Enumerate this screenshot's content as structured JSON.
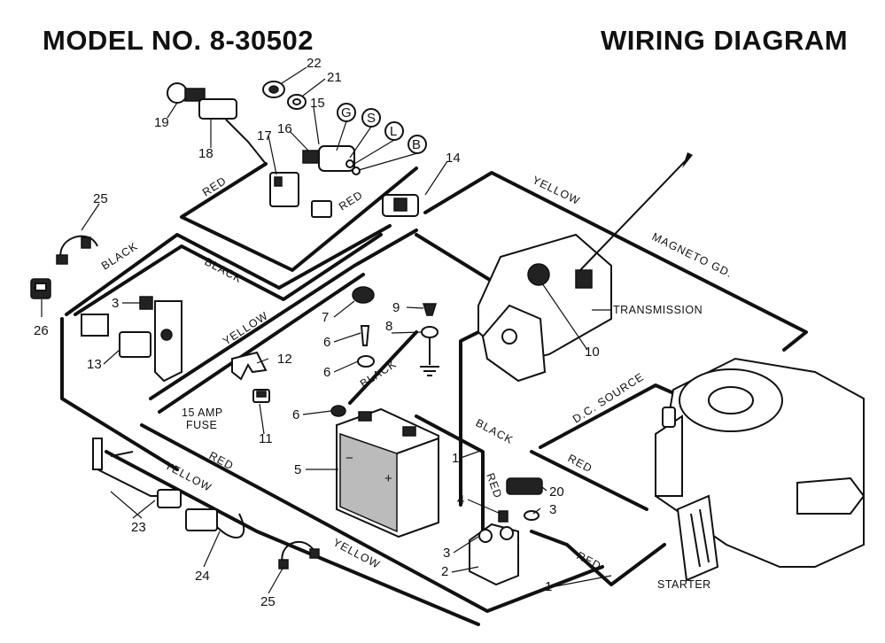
{
  "header": {
    "model": "MODEL NO. 8-30502",
    "title": "WIRING DIAGRAM"
  },
  "wire_labels": {
    "red_top": "RED",
    "red_ign": "RED",
    "black_left": "BLACK",
    "black_mid": "BLACK",
    "yellow_mid": "YELLOW",
    "black_batt": "BLACK",
    "black_right": "BLACK",
    "yellow_top": "YELLOW",
    "magneto": "MAGNETO GD.",
    "dc_source": "D.C. SOURCE",
    "red_left": "RED",
    "yellow_23": "YELLOW",
    "yellow_bottom": "YELLOW",
    "red_batt": "RED",
    "red_solenoid": "RED",
    "red_engine": "RED"
  },
  "labels": {
    "transmission": "TRANSMISSION",
    "starter": "STARTER",
    "fuse_line1": "15 AMP",
    "fuse_line2": "FUSE"
  },
  "callouts": {
    "n22": "22",
    "n21": "21",
    "n15": "15",
    "n16": "16",
    "n17": "17",
    "n19": "19",
    "n18": "18",
    "n14": "14",
    "n25a": "25",
    "n26": "26",
    "n3a": "3",
    "n13": "13",
    "n7": "7",
    "n9": "9",
    "n6a": "6",
    "n8": "8",
    "n6b": "6",
    "n12": "12",
    "n6c": "6",
    "n11": "11",
    "n5": "5",
    "n1a": "1",
    "n10": "10",
    "n20": "20",
    "n4": "4",
    "n3b": "3",
    "n3c": "3",
    "n2": "2",
    "n1b": "1",
    "n23": "23",
    "n24": "24",
    "n25b": "25"
  },
  "terminals": {
    "g": "G",
    "s": "S",
    "l": "L",
    "b": "B"
  }
}
